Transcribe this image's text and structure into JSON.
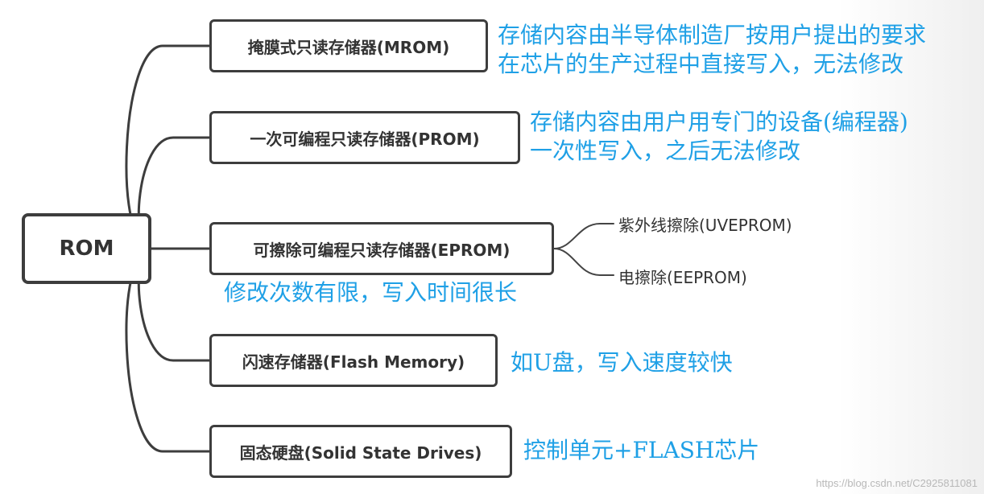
{
  "root": {
    "label": "ROM"
  },
  "nodes": [
    {
      "label": "掩膜式只读存储器(MROM)",
      "note": [
        "存储内容由半导体制造厂按用户提出的要求",
        "在芯片的生产过程中直接写入，无法修改"
      ]
    },
    {
      "label": "一次可编程只读存储器(PROM)",
      "note": [
        "存储内容由用户用专门的设备(编程器)",
        "一次性写入，之后无法修改"
      ]
    },
    {
      "label": "可擦除可编程只读存储器(EPROM)",
      "note": [
        "修改次数有限，写入时间很长"
      ],
      "children": [
        "紫外线擦除(UVEPROM)",
        "电擦除(EEPROM)"
      ]
    },
    {
      "label": "闪速存储器(Flash Memory)",
      "note": [
        "如U盘，写入速度较快"
      ]
    },
    {
      "label": "固态硬盘(Solid State Drives)",
      "note": [
        "控制单元+FLASH芯片"
      ]
    }
  ],
  "watermark": "https://blog.csdn.net/C2925811081"
}
